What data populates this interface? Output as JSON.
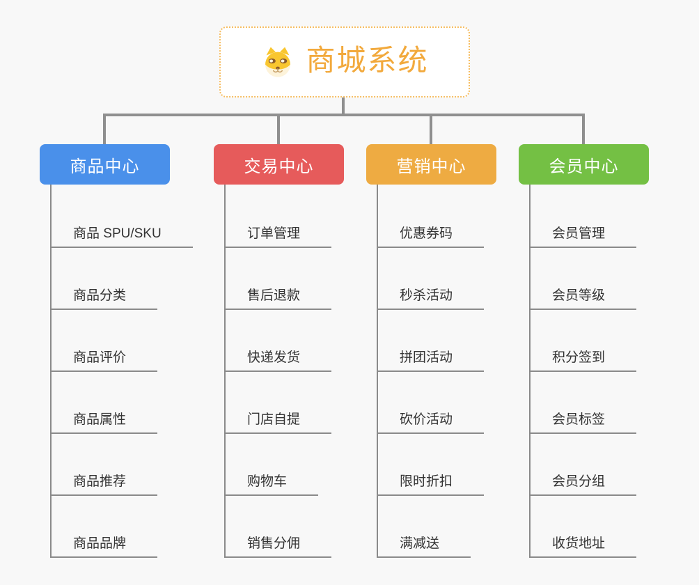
{
  "root": {
    "title": "商城系统",
    "icon": "shiba-dog-icon"
  },
  "colors": {
    "background": "#f8f8f8",
    "root_border": "#f6bd61",
    "root_text": "#f2a93c",
    "tree_line": "#8f8f8f",
    "branch_line": "#8a8a8a",
    "leaf_text": "#333333"
  },
  "columns": [
    {
      "header": {
        "label": "商品中心",
        "color": "#4a90ea"
      },
      "children": [
        {
          "label": "商品 SPU/SKU"
        },
        {
          "label": "商品分类"
        },
        {
          "label": "商品评价"
        },
        {
          "label": "商品属性"
        },
        {
          "label": "商品推荐"
        },
        {
          "label": "商品品牌"
        }
      ]
    },
    {
      "header": {
        "label": "交易中心",
        "color": "#e65b5b"
      },
      "children": [
        {
          "label": "订单管理"
        },
        {
          "label": "售后退款"
        },
        {
          "label": "快递发货"
        },
        {
          "label": "门店自提"
        },
        {
          "label": "购物车"
        },
        {
          "label": "销售分佣"
        }
      ]
    },
    {
      "header": {
        "label": "营销中心",
        "color": "#eeab42"
      },
      "children": [
        {
          "label": "优惠券码"
        },
        {
          "label": "秒杀活动"
        },
        {
          "label": "拼团活动"
        },
        {
          "label": "砍价活动"
        },
        {
          "label": "限时折扣"
        },
        {
          "label": "满减送"
        }
      ]
    },
    {
      "header": {
        "label": "会员中心",
        "color": "#74c044"
      },
      "children": [
        {
          "label": "会员管理"
        },
        {
          "label": "会员等级"
        },
        {
          "label": "积分签到"
        },
        {
          "label": "会员标签"
        },
        {
          "label": "会员分组"
        },
        {
          "label": "收货地址"
        }
      ]
    }
  ]
}
